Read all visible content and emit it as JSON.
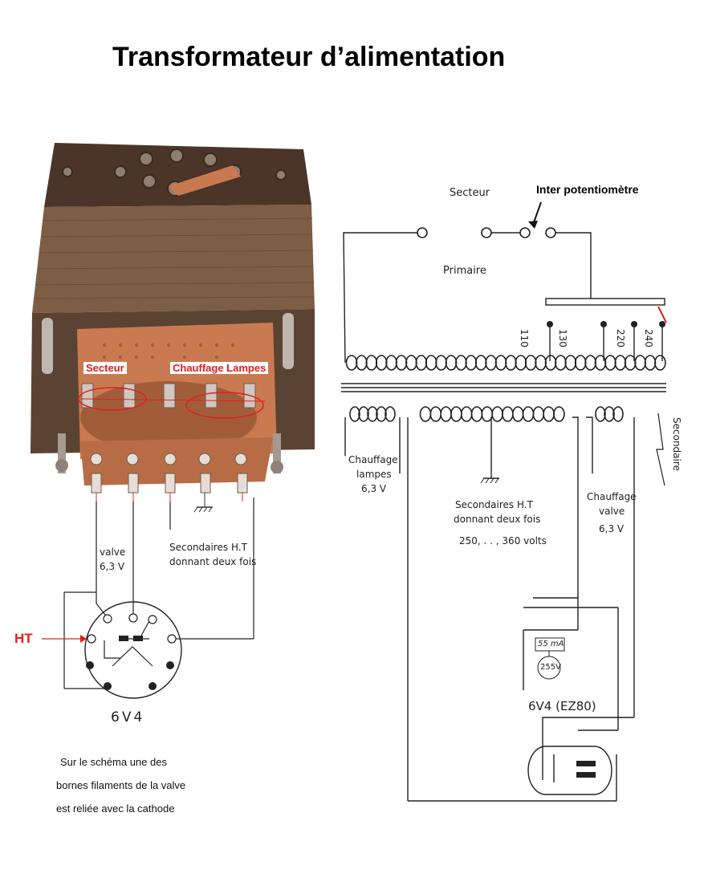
{
  "title": "Transformateur d’alimentation",
  "photo": {
    "label_secteur": "Secteur",
    "label_chauffage_lampes": "Chauffage Lampes"
  },
  "left_schematic": {
    "valve_label": "valve",
    "valve_voltage": "6,3 V",
    "sec_ht_line1": "Secondaires H.T",
    "sec_ht_line2": "donnant deux fois",
    "ht_label": "HT",
    "tube_name": "6V4"
  },
  "note_lines": [
    "Sur le schéma une des",
    "bornes filaments de la valve",
    "est reliée avec la cathode"
  ],
  "right_schematic": {
    "secteur": "Secteur",
    "inter": "Inter potentiomètre",
    "primaire": "Primaire",
    "taps": [
      "110",
      "130",
      "220",
      "240"
    ],
    "secondaire": "Secondaire",
    "chauffage_lampes_1": "Chauffage",
    "chauffage_lampes_2": "lampes",
    "chauffage_lampes_3": "6,3 V",
    "sec_ht_1": "Secondaires H.T",
    "sec_ht_2": "donnant deux fois",
    "sec_ht_3": "250, . . , 360 volts",
    "chauffage_valve_1": "Chauffage",
    "chauffage_valve_2": "valve",
    "chauffage_valve_3": "6,3 V",
    "current": "55 mA",
    "voltage": "255V",
    "tube": "6V4 (EZ80)"
  },
  "colors": {
    "photo_wood": "#6b4f3a",
    "photo_copper": "#c97a50",
    "accent_red": "#e02020"
  }
}
